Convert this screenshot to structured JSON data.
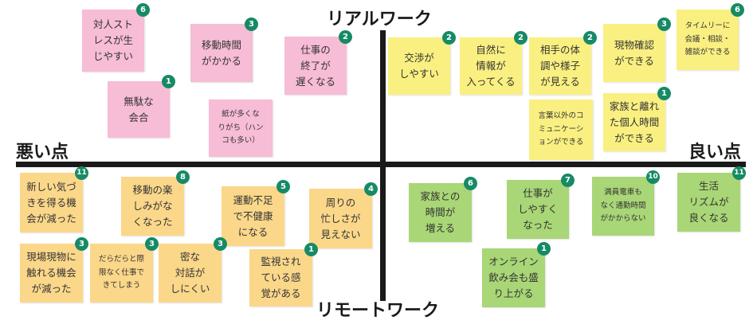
{
  "axes": {
    "top": "リアルワーク",
    "bottom": "リモートワーク",
    "left": "悪い点",
    "right": "良い点"
  },
  "colors": {
    "pink": "#f7bcd6",
    "yellow": "#f9f081",
    "orange": "#fbd78a",
    "green": "#a9d676",
    "badge": "#168a66"
  },
  "notes": [
    {
      "text": "対人スト\nレスが生\nじやすい",
      "count": "6",
      "color": "pink"
    },
    {
      "text": "移動時間\nがかかる",
      "count": "3",
      "color": "pink"
    },
    {
      "text": "仕事の\n終了が\n遅くなる",
      "count": "2",
      "color": "pink"
    },
    {
      "text": "無駄な\n会合",
      "count": "1",
      "color": "pink"
    },
    {
      "text": "紙が多くな\nりがち（ハン\nコも多い）",
      "count": "",
      "color": "pink"
    },
    {
      "text": "交渉が\nしやすい",
      "count": "2",
      "color": "yellow"
    },
    {
      "text": "自然に\n情報が\n入ってくる",
      "count": "2",
      "color": "yellow"
    },
    {
      "text": "相手の体\n調や様子\nが見える",
      "count": "2",
      "color": "yellow"
    },
    {
      "text": "現物確認\nができる",
      "count": "3",
      "color": "yellow"
    },
    {
      "text": "タイムリーに\n会議・相談・\n雑談ができる",
      "count": "6",
      "color": "yellow"
    },
    {
      "text": "言葉以外のコ\nミュニケーシ\nョンができる",
      "count": "",
      "color": "yellow"
    },
    {
      "text": "家族と離れ\nた個人時間\nができる",
      "count": "1",
      "color": "yellow"
    },
    {
      "text": "新しい気づ\nきを得る機\n会が減った",
      "count": "11",
      "color": "orange"
    },
    {
      "text": "移動の楽\nしみがな\nくなった",
      "count": "8",
      "color": "orange"
    },
    {
      "text": "運動不足\nで不健康\nになる",
      "count": "5",
      "color": "orange"
    },
    {
      "text": "周りの\n忙しさが\n見えない",
      "count": "4",
      "color": "orange"
    },
    {
      "text": "現場現物に\n触れる機会\nが減った",
      "count": "3",
      "color": "orange"
    },
    {
      "text": "だらだらと際\n限なく仕事で\nきてしまう",
      "count": "3",
      "color": "orange"
    },
    {
      "text": "密な\n対話が\nしにくい",
      "count": "3",
      "color": "orange"
    },
    {
      "text": "監視され\nている感\n覚がある",
      "count": "1",
      "color": "orange"
    },
    {
      "text": "家族との\n時間が\n増える",
      "count": "6",
      "color": "green"
    },
    {
      "text": "仕事が\nしやすく\nなった",
      "count": "7",
      "color": "green"
    },
    {
      "text": "満員電車も\nなく通勤時間\nがかからない",
      "count": "10",
      "color": "green"
    },
    {
      "text": "生活\nリズムが\n良くなる",
      "count": "11",
      "color": "green"
    },
    {
      "text": "オンライン\n飲み会も盛\nり上がる",
      "count": "1",
      "color": "green"
    }
  ]
}
